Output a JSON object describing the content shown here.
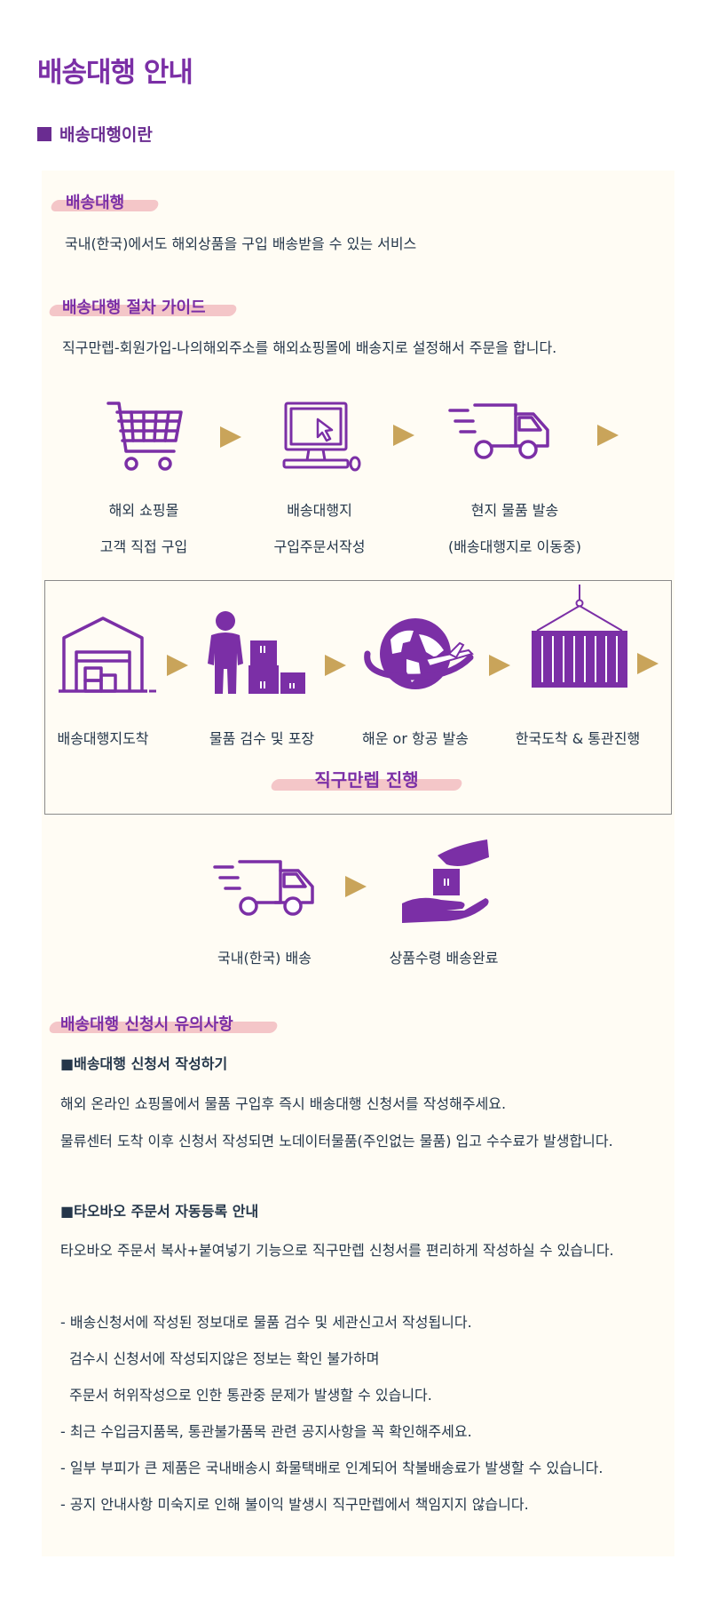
{
  "page": {
    "title": "배송대행 안내"
  },
  "section": {
    "heading": "배송대행이란"
  },
  "intro": {
    "heading": "배송대행",
    "text": "국내(한국)에서도 해외상품을 구입 배송받을 수 있는 서비스"
  },
  "guide": {
    "heading": "배송대행 절차 가이드",
    "text": "직구만렙-회원가입-나의해외주소를 해외쇼핑몰에 배송지로 설정해서 주문을 합니다."
  },
  "steps_row1": [
    {
      "icon": "shopping-cart-icon",
      "line1": "해외 쇼핑몰",
      "line2": "고객 직접 구입"
    },
    {
      "icon": "computer-icon",
      "line1": "배송대행지",
      "line2": "구입주문서작성"
    },
    {
      "icon": "delivery-truck-icon",
      "line1": "현지 물품 발송",
      "line2": "(배송대행지로 이동중)"
    }
  ],
  "steps_row2": [
    {
      "icon": "warehouse-icon",
      "label": "배송대행지도착"
    },
    {
      "icon": "worker-boxes-icon",
      "label": "물품 검수 및 포장"
    },
    {
      "icon": "globe-plane-icon",
      "label": "해운 or 항공 발송"
    },
    {
      "icon": "shipping-container-icon",
      "label": "한국도착 & 통관진행"
    }
  ],
  "box_caption": "직구만렙 진행",
  "steps_row3": [
    {
      "icon": "delivery-truck-icon",
      "label": "국내(한국) 배송"
    },
    {
      "icon": "package-hands-icon",
      "label": "상품수령 배송완료"
    }
  ],
  "notice": {
    "heading": "배송대행 신청시 유의사항",
    "sub1": "■배송대행 신청서 작성하기",
    "sub1_lines": [
      "해외 온라인 쇼핑몰에서 물품 구입후 즉시 배송대행 신청서를 작성해주세요.",
      "물류센터 도착 이후 신청서 작성되면 노데이터물품(주인없는 물품) 입고 수수료가 발생합니다."
    ],
    "sub2": "■타오바오 주문서 자동등록 안내",
    "sub2_line": "타오바오 주문서 복사+붙여넣기 기능으로 직구만렙 신청서를 편리하게 작성하실 수 있습니다.",
    "bullets": [
      "- 배송신청서에 작성된 정보대로 물품 검수 및 세관신고서 작성됩니다.",
      "  검수시 신청서에 작성되지않은 정보는 확인 불가하며",
      "  주문서 허위작성으로 인한 통관중 문제가 발생할 수 있습니다.",
      "- 최근 수입금지품목, 통관불가품목 관련 공지사항을 꼭 확인해주세요.",
      "- 일부 부피가 큰 제품은 국내배송시 화물택배로 인계되어 착불배송료가 발생할 수 있습니다.",
      "- 공지 안내사항 미숙지로 인해 불이익 발생시 직구만렙에서 책임지지 않습니다."
    ]
  },
  "colors": {
    "accent": "#7b2fa6",
    "arrow": "#c9a45a",
    "highlight": "#f4c6c8",
    "panel": "#fffcf4"
  }
}
